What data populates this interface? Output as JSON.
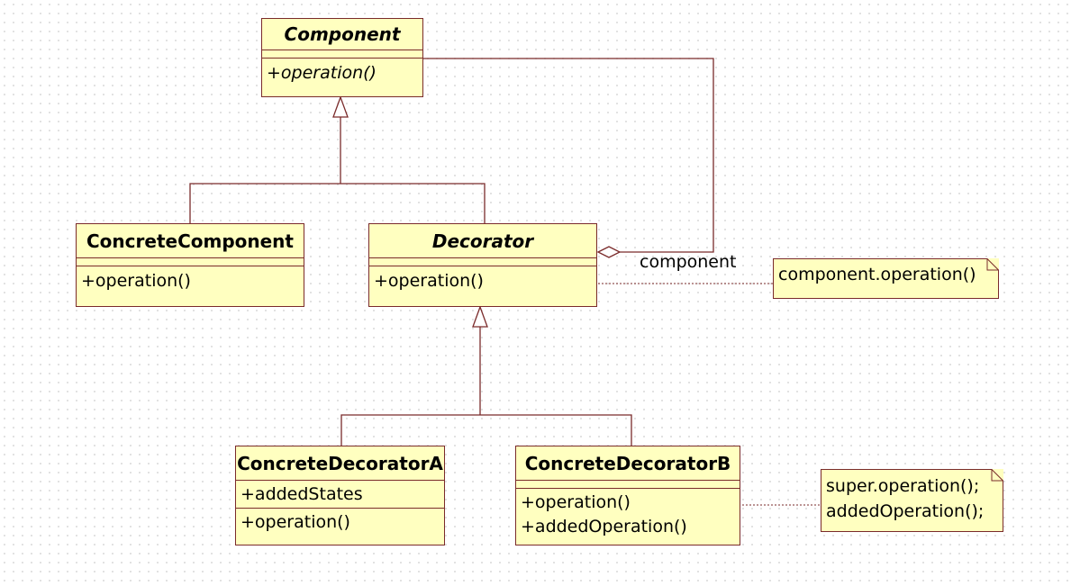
{
  "classes": {
    "component": {
      "name": "Component",
      "op": "+operation()"
    },
    "concrete_component": {
      "name": "ConcreteComponent",
      "op": "+operation()"
    },
    "decorator": {
      "name": "Decorator",
      "op": "+operation()"
    },
    "concrete_decorator_a": {
      "name": "ConcreteDecoratorA",
      "attr": "+addedStates",
      "op": "+operation()"
    },
    "concrete_decorator_b": {
      "name": "ConcreteDecoratorB",
      "ops": [
        "+operation()",
        "+addedOperation()"
      ]
    }
  },
  "association_label": "component",
  "notes": {
    "decorator_note": [
      "component.operation()"
    ],
    "decorator_b_note": [
      "super.operation();",
      "addedOperation();"
    ]
  },
  "colors": {
    "line": "#7a2b2b",
    "fill": "#ffffc0"
  }
}
